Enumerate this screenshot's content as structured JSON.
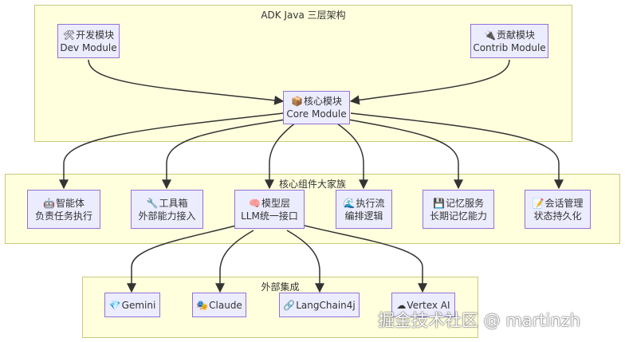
{
  "groups": {
    "architecture": {
      "title": "ADK Java 三层架构"
    },
    "core_family": {
      "title": "核心组件大家族"
    },
    "external": {
      "title": "外部集成"
    }
  },
  "nodes": {
    "dev": {
      "icon": "🛠",
      "line1": "开发模块",
      "line2": "Dev Module",
      "icon_name": "tools-icon"
    },
    "contrib": {
      "icon": "🔌",
      "line1": "贡献模块",
      "line2": "Contrib Module",
      "icon_name": "plug-icon"
    },
    "core": {
      "icon": "📦",
      "line1": "核心模块",
      "line2": "Core Module",
      "icon_name": "package-icon"
    },
    "agent": {
      "icon": "🤖",
      "line1": "智能体",
      "line2": "负责任务执行",
      "icon_name": "robot-icon"
    },
    "tools": {
      "icon": "🔧",
      "line1": "工具箱",
      "line2": "外部能力接入",
      "icon_name": "wrench-icon"
    },
    "model": {
      "icon": "🧠",
      "line1": "模型层",
      "line2": "LLM统一接口",
      "icon_name": "brain-icon"
    },
    "flow": {
      "icon": "🌊",
      "line1": "执行流",
      "line2": "编排逻辑",
      "icon_name": "wave-icon"
    },
    "memory": {
      "icon": "💾",
      "line1": "记忆服务",
      "line2": "长期记忆能力",
      "icon_name": "floppy-disk-icon"
    },
    "session": {
      "icon": "📝",
      "line1": "会话管理",
      "line2": "状态持久化",
      "icon_name": "memo-icon"
    },
    "gemini": {
      "icon": "💎",
      "line1": "Gemini",
      "icon_name": "gem-icon"
    },
    "claude": {
      "icon": "🎭",
      "line1": "Claude",
      "icon_name": "theater-masks-icon"
    },
    "langchain": {
      "icon": "🔗",
      "line1": "LangChain4j",
      "icon_name": "link-icon"
    },
    "vertex": {
      "icon": "☁",
      "line1": "Vertex AI",
      "icon_name": "cloud-icon"
    }
  },
  "watermark": "掘金技术社区 @ martinzh",
  "colors": {
    "group_fill": "#ffffde",
    "group_border": "#c9c97a",
    "node_fill": "#ececff",
    "node_border": "#9370db",
    "edge": "#333333"
  }
}
